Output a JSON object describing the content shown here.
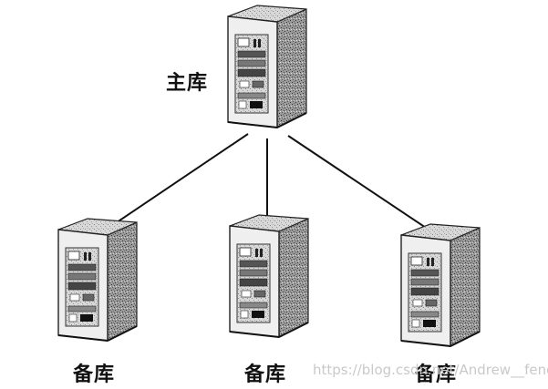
{
  "diagram": {
    "primary_label": "主库",
    "replica_labels": [
      "备库",
      "备库",
      "备库"
    ]
  },
  "watermark": "https://blog.csdn.net/Andrew__feng",
  "icons": {
    "primary": "server-tower-icon",
    "replica": "server-tower-icon"
  }
}
